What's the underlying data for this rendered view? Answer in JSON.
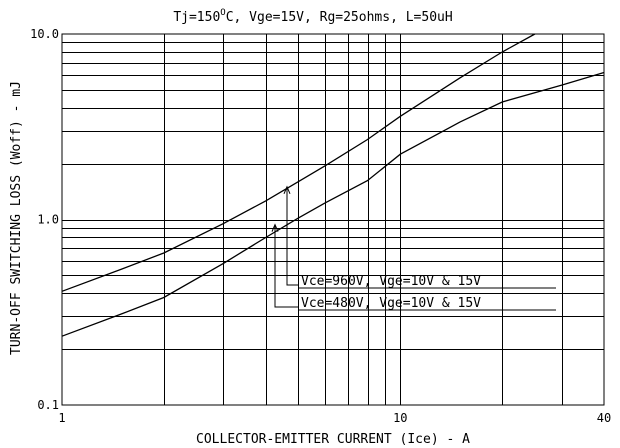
{
  "chart_data": {
    "type": "line",
    "title": "Tj=150°C, Vge=15V, Rg=25ohms, L=50uH",
    "title_parts": {
      "prefix": "Tj=150",
      "superscript": "O",
      "suffix": "C, Vge=15V, Rg=25ohms, L=50uH"
    },
    "xlabel": "COLLECTOR-EMITTER CURRENT (Ice) - A",
    "ylabel": "TURN-OFF SWITCHING LOSS (Woff) - mJ",
    "x_scale": "log",
    "y_scale": "log",
    "xlim": [
      1,
      40
    ],
    "ylim": [
      0.1,
      10
    ],
    "x_ticks": [
      {
        "value": 1,
        "label": "1"
      },
      {
        "value": 10,
        "label": "10"
      },
      {
        "value": 40,
        "label": "40"
      }
    ],
    "y_ticks": [
      {
        "value": 0.1,
        "label": "0.1"
      },
      {
        "value": 1,
        "label": "1.0"
      },
      {
        "value": 10,
        "label": "10.0"
      }
    ],
    "grid": true,
    "series": [
      {
        "name": "Vce=960V, Vge=10V & 15V",
        "x": [
          1,
          1.5,
          2,
          3,
          4,
          5,
          6,
          8,
          10,
          15,
          20,
          25
        ],
        "y": [
          0.41,
          0.54,
          0.66,
          0.95,
          1.26,
          1.6,
          1.95,
          2.7,
          3.6,
          5.8,
          8.0,
          10.0
        ]
      },
      {
        "name": "Vce=480V, Vge=10V & 15V",
        "x": [
          1,
          1.5,
          2,
          3,
          4,
          5,
          6,
          8,
          10,
          15,
          20,
          30,
          40
        ],
        "y": [
          0.235,
          0.31,
          0.38,
          0.58,
          0.8,
          1.02,
          1.23,
          1.62,
          2.25,
          3.35,
          4.3,
          5.3,
          6.2
        ]
      }
    ],
    "annotations": [
      {
        "text": "Vce=960V, Vge=10V & 15V",
        "series": 0,
        "arrow_to": {
          "x": 4.8,
          "y": 1.52
        }
      },
      {
        "text": "Vce=480V, Vge=10V & 15V",
        "series": 1,
        "arrow_to": {
          "x": 4.2,
          "y": 0.95
        }
      }
    ]
  }
}
